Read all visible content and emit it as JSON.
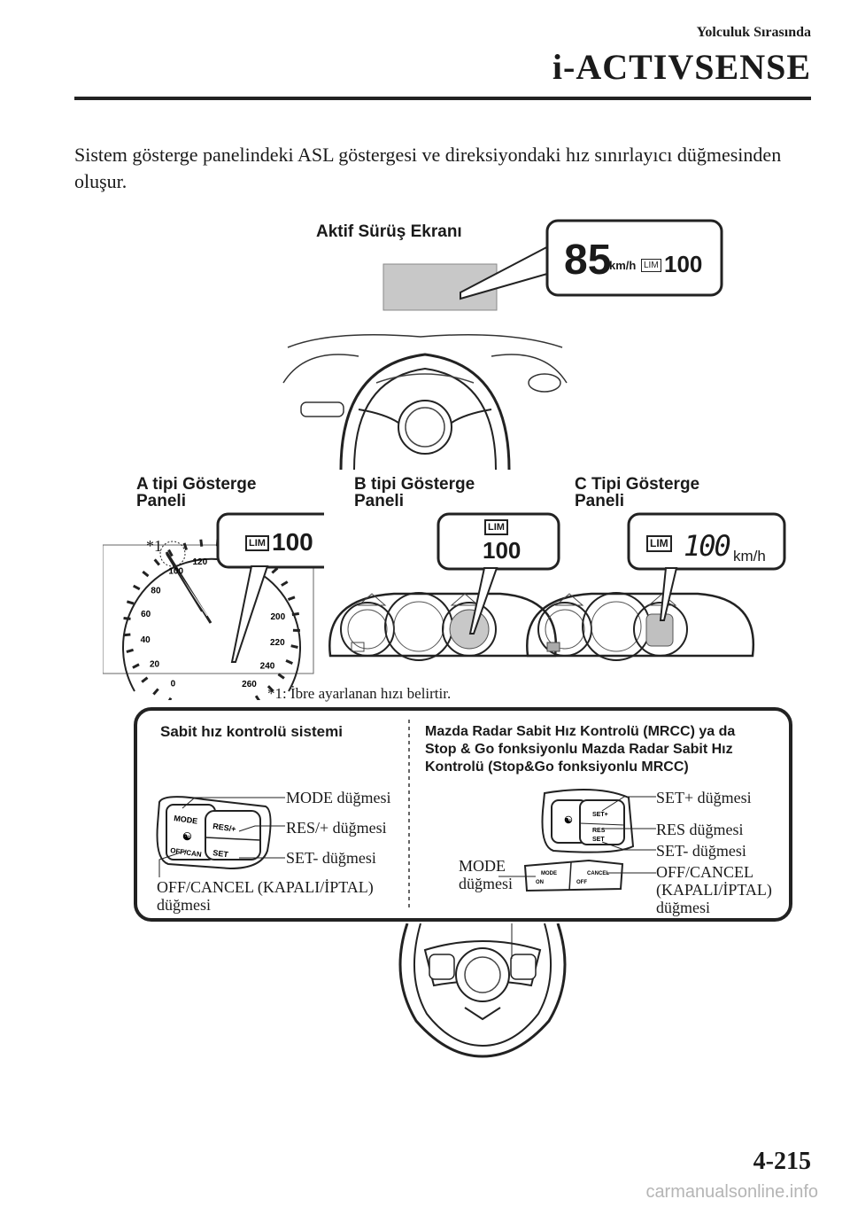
{
  "header": {
    "section": "Yolculuk Sırasında",
    "title": "i-ACTIVSENSE"
  },
  "intro_text": "Sistem gösterge panelindeki ASL göstergesi ve direksiyondaki hız sınırlayıcı düğmesinden oluşur.",
  "hud": {
    "label": "Aktif Sürüş Ekranı",
    "speed": "85",
    "unit": "km/h",
    "lim_badge": "LIM",
    "limit": "100"
  },
  "panels": {
    "a": {
      "title_line1": "A tipi Gösterge",
      "title_line2": "Paneli",
      "lim_badge": "LIM",
      "limit": "100",
      "note_marker": "*1"
    },
    "b": {
      "title_line1": "B tipi Gösterge",
      "title_line2": "Paneli",
      "lim_badge": "LIM",
      "limit": "100"
    },
    "c": {
      "title_line1": "C Tipi Gösterge",
      "title_line2": "Paneli",
      "lim_badge": "LIM",
      "limit": "100",
      "unit": "km/h"
    }
  },
  "speedo_ticks": [
    "0",
    "20",
    "40",
    "60",
    "80",
    "100",
    "120",
    "200",
    "220",
    "240",
    "260"
  ],
  "footnote": "*1: İbre ayarlanan hızı belirtir.",
  "cruise_box": {
    "left_title": "Sabit hız kontrolü sistemi",
    "right_title_lines": [
      "Mazda Radar Sabit Hız Kontrolü (MRCC) ya da",
      "Stop & Go fonksiyonlu Mazda Radar Sabit Hız",
      "Kontrolü (Stop&Go fonksiyonlu MRCC)"
    ],
    "left_callouts": {
      "mode": "MODE düğmesi",
      "res_plus": "RES/+ düğmesi",
      "set_minus": "SET- düğmesi",
      "off_cancel_line1": "OFF/CANCEL (KAPALI/İPTAL)",
      "off_cancel_line2": "düğmesi"
    },
    "right_callouts": {
      "set_plus": "SET+ düğmesi",
      "res": "RES düğmesi",
      "set_minus": "SET- düğmesi",
      "off_cancel_line1": "OFF/CANCEL",
      "off_cancel_line2": "(KAPALI/İPTAL)",
      "off_cancel_line3": "düğmesi",
      "mode_line1": "MODE",
      "mode_line2": "düğmesi"
    },
    "switch_labels": {
      "mode": "MODE",
      "res_plus": "RES/+",
      "off_can": "OFF/CAN",
      "set": "SET",
      "set_plus": "SET+",
      "res": "RES",
      "on": "ON",
      "off": "OFF",
      "cancel": "CANCEL"
    }
  },
  "page_number": "4-215",
  "watermark": "carmanualsonline.info"
}
